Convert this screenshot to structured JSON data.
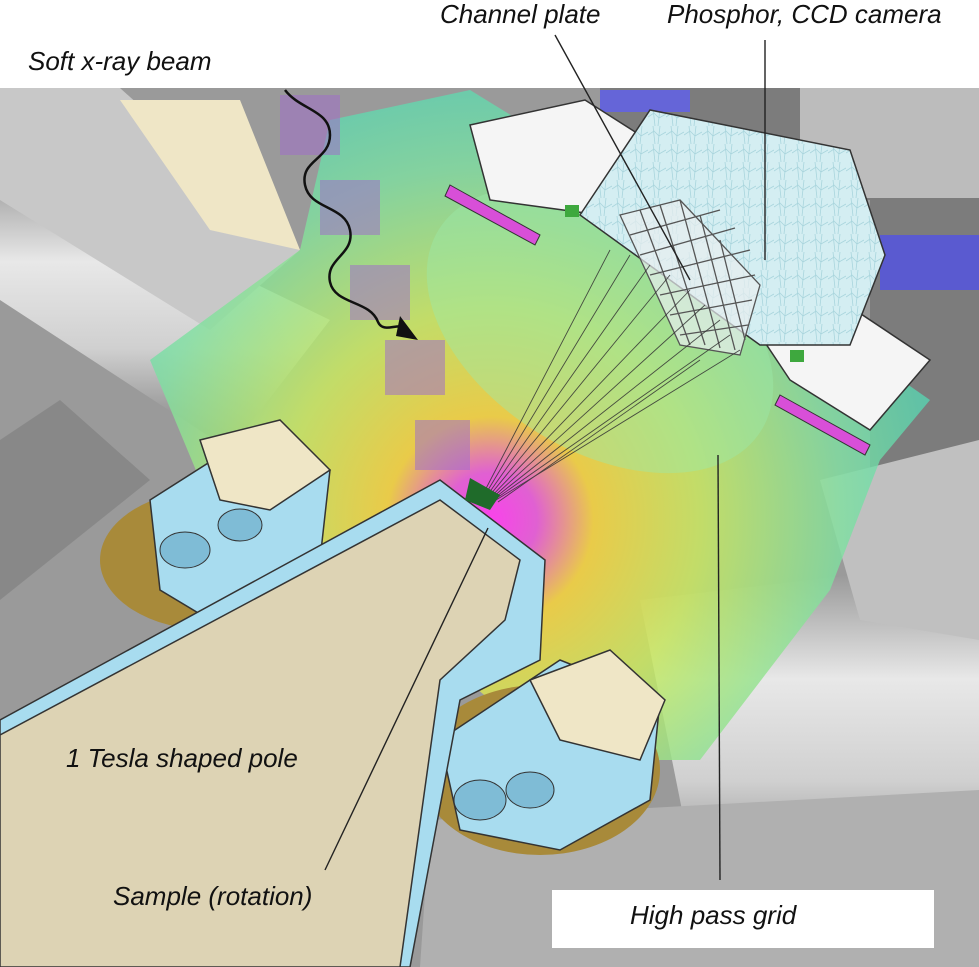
{
  "labels": {
    "beam": "Soft x-ray beam",
    "channel_plate": "Channel plate",
    "phosphor": "Phosphor, CCD camera",
    "pole": "1 Tesla shaped pole",
    "sample": "Sample (rotation)",
    "grid": "High pass grid"
  },
  "colors": {
    "background": "#ffffff",
    "pole": "#ddd3b4",
    "metal": "#b8b8b8",
    "field_green": "#7fe0a8",
    "field_yellow": "#e6e64a",
    "field_magenta": "#d94bd9",
    "detector": "#d8f0f4",
    "flange_blue": "#a8dcef",
    "leader": "#222222"
  }
}
